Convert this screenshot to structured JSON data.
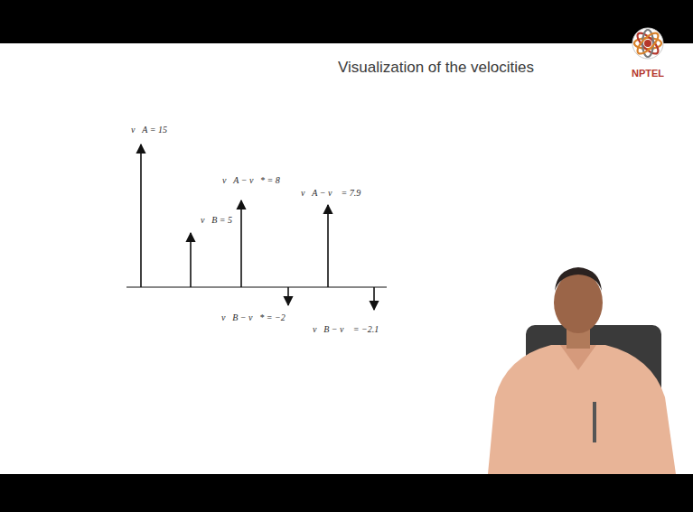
{
  "diagram": {
    "title": "Visualization of the velocities",
    "labels": [
      "NPTEL",
      "v⃗A = 15",
      "v⃗B = 5",
      "v⃗A − v⃗* = 8",
      "v⃗A − v⃗ = 7.9",
      "v⃗B − v⃗* = −2",
      "v⃗B − v⃗ = −2.1"
    ]
  }
}
